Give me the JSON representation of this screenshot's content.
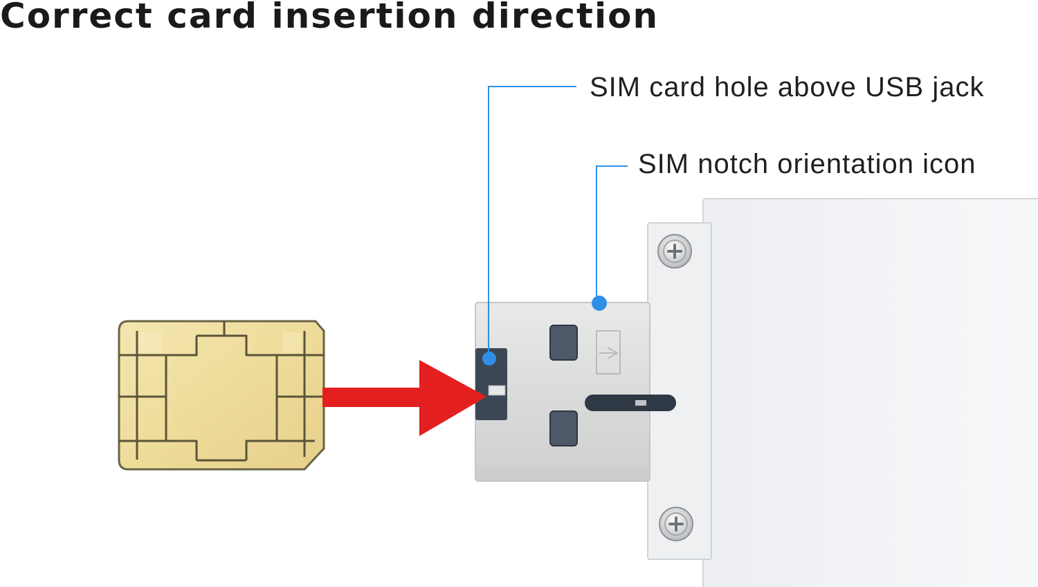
{
  "title": "Correct card insertion direction",
  "callouts": {
    "hole_label": "SIM card hole above USB jack",
    "notch_label": "SIM notch orientation icon"
  },
  "colors": {
    "callout_line": "#2f8fe6",
    "callout_dot": "#2f8fe6",
    "arrow": "#e41f1f",
    "chip_gold": "#f1e3a8",
    "chip_outline": "#5a5438",
    "usb_metal": "#dcdddd",
    "dongle_body": "#f3f4f6",
    "text": "#1a1a1a"
  },
  "icons": [
    "sim-card-icon",
    "insertion-arrow-icon",
    "usb-plug-icon",
    "screw-icon",
    "sim-notch-icon"
  ]
}
